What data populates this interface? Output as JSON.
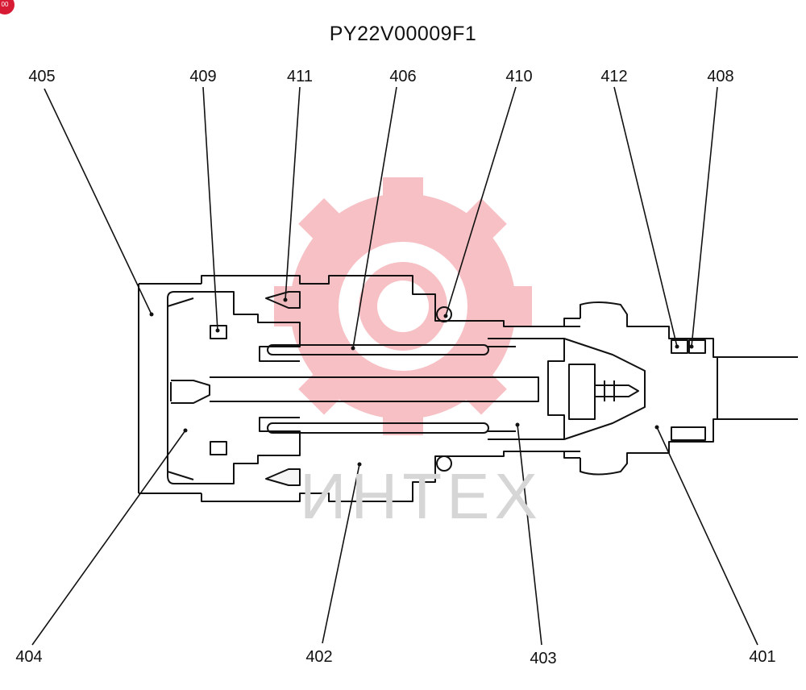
{
  "title": "PY22V00009F1",
  "corner_badge": "00",
  "watermark": {
    "text": "ИНТЕХ",
    "gear_color": "#f5b6ba",
    "text_color": "#d6d6d6"
  },
  "labels": {
    "p405": "405",
    "p409": "409",
    "p411": "411",
    "p406": "406",
    "p410": "410",
    "p412": "412",
    "p408": "408",
    "p404": "404",
    "p402": "402",
    "p403": "403",
    "p401": "401"
  }
}
